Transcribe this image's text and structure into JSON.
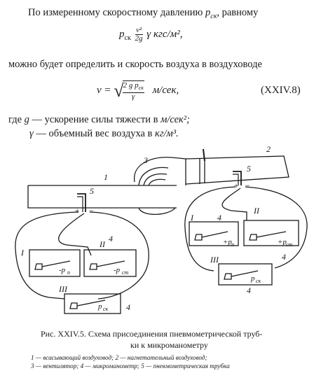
{
  "text": {
    "line1": "По измеренному скоростному давлению",
    "line1_var": "p",
    "line1_sub": "ск",
    "line1_end": ", равному",
    "f1_p": "p",
    "f1_sub": "ск",
    "f1_num": "v²",
    "f1_den": "2g",
    "f1_gamma": "γ",
    "f1_unit": "кгс/м²,",
    "line2": "можно будет определить и скорость воздуха в воздуховоде",
    "f2_v": "v =",
    "f2_num": "2 g p",
    "f2_num_sub": "ск",
    "f2_den": "γ",
    "f2_unit": "м/сек,",
    "f2_number": "(XXIV.8)",
    "where1_a": "где",
    "where1_g": "g",
    "where1_b": "— ускорение силы тяжести в",
    "where1_unit": "м/сек²;",
    "where2_gamma": "γ",
    "where2_b": "— объемный вес воздуха в",
    "where2_unit": "кг/м³."
  },
  "figure": {
    "num1": "1",
    "num2": "2",
    "num3": "3",
    "num5a": "5",
    "num5b": "5",
    "plus": "+",
    "minus": "−",
    "roman1": "I",
    "roman2": "II",
    "roman3": "III",
    "num4": "4",
    "pn": "p",
    "pn_sub": "п",
    "pn_l": "-p",
    "pst": "-p",
    "pst_sub": "ст",
    "pst_r": "+p",
    "pck": "p",
    "pck_sub": "ск"
  },
  "caption": {
    "title1": "Рис. XXIV.5. Схема присоединения пневмометрической труб-",
    "title2": "ки к микроманометру",
    "legend1": "1 — всасывающий    воздуховод;    2 — нагнетательный    воздуховод;",
    "legend2": "3 — вентилятор; 4 — микроманометр; 5 — пневмометрическая трубка"
  }
}
